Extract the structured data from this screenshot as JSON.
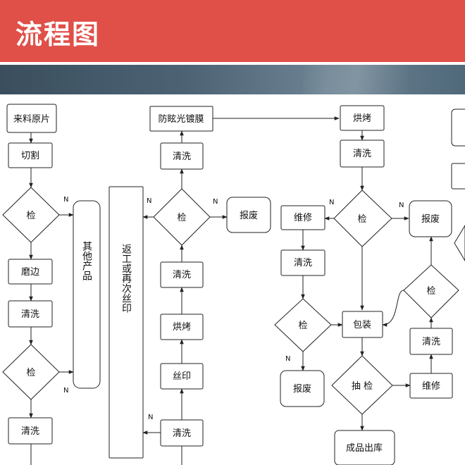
{
  "header": {
    "title": "流程图",
    "title_bar_color": "#e04f48",
    "banner_color": "#455b6b"
  },
  "diagram": {
    "nodes": {
      "raw_material": "来料原片",
      "cut": "切割",
      "inspect_1": "检",
      "edge_grind": "磨边",
      "clean_1": "清洗",
      "inspect_2": "检",
      "clean_2": "清洗",
      "other_products": "其他产品",
      "rework": "返工或再次丝印",
      "ar_coating": "防眩光镀膜",
      "clean_3": "清洗",
      "inspect_3": "检",
      "scrap_1": "报废",
      "clean_4": "清洗",
      "bake_1": "烘烤",
      "silk_print": "丝印",
      "clean_5": "清洗",
      "bake_2": "烘烤",
      "clean_6": "清洗",
      "inspect_4": "检",
      "repair_1": "维修",
      "scrap_2": "报废",
      "clean_7": "清洗",
      "inspect_5": "检",
      "scrap_3": "报废",
      "packing": "包装",
      "sample_check": "抽 检",
      "repair_2": "维修",
      "clean_8": "清洗",
      "inspect_6": "检",
      "scrap_4": "报废",
      "finished_goods": "成品出库"
    },
    "no_label": "N"
  }
}
